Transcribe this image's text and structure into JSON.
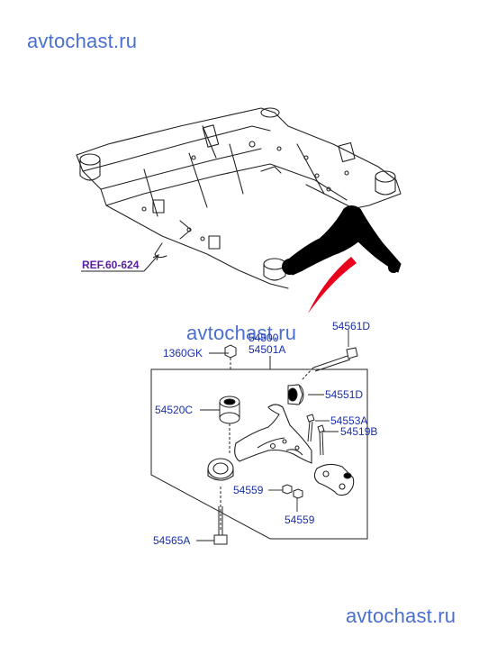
{
  "watermarks": {
    "top_left": "avtochast.ru",
    "middle": "avtochast.ru",
    "bottom_right": "avtochast.ru"
  },
  "reference": {
    "label": "REF.60-624"
  },
  "parts": {
    "p54500": "54500",
    "p54501A": "54501A",
    "p54561D": "54561D",
    "p1360GK": "1360GK",
    "p54551D": "54551D",
    "p54520C": "54520C",
    "p54553A": "54553A",
    "p54519B": "54519B",
    "p54559_left": "54559",
    "p54559_bottom": "54559",
    "p54565A": "54565A"
  },
  "colors": {
    "watermark": "#4a6fd0",
    "part_label": "#1a2fa8",
    "reference": "#5a1fa0",
    "highlight_arrow": "#e8001c",
    "line": "#222222",
    "arm_fill": "#000000"
  }
}
